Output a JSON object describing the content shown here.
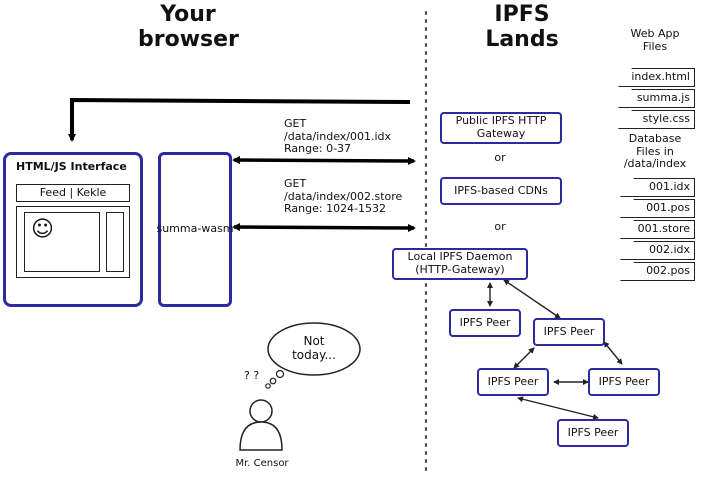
{
  "browser": {
    "title": "Your\nbrowser",
    "interface_title": "HTML/JS Interface",
    "tab_label": "Feed | Kekle",
    "wasm_label": "summa-wasm"
  },
  "requests": [
    {
      "lines": "GET\n/data/index/001.idx\nRange: 0-37"
    },
    {
      "lines": "GET\n/data/index/002.store\nRange: 1024-1532"
    }
  ],
  "ipfs": {
    "title": "IPFS\nLands",
    "gateway": "Public IPFS HTTP\nGateway",
    "or1": "or",
    "cdn": "IPFS-based CDNs",
    "or2": "or",
    "daemon": "Local IPFS Daemon\n(HTTP-Gateway)",
    "peers": [
      "IPFS Peer",
      "IPFS Peer",
      "IPFS Peer",
      "IPFS Peer",
      "IPFS Peer"
    ]
  },
  "webapp": {
    "title": "Web App\nFiles",
    "files": [
      "index.html",
      "summa.js",
      "style.css"
    ]
  },
  "database": {
    "title": "Database\nFiles in\n/data/index",
    "files": [
      "001.idx",
      "001.pos",
      "001.store",
      "002.idx",
      "002.pos"
    ]
  },
  "censor": {
    "bubble": "Not\ntoday...",
    "question": "? ?",
    "name": "Mr. Censor"
  }
}
